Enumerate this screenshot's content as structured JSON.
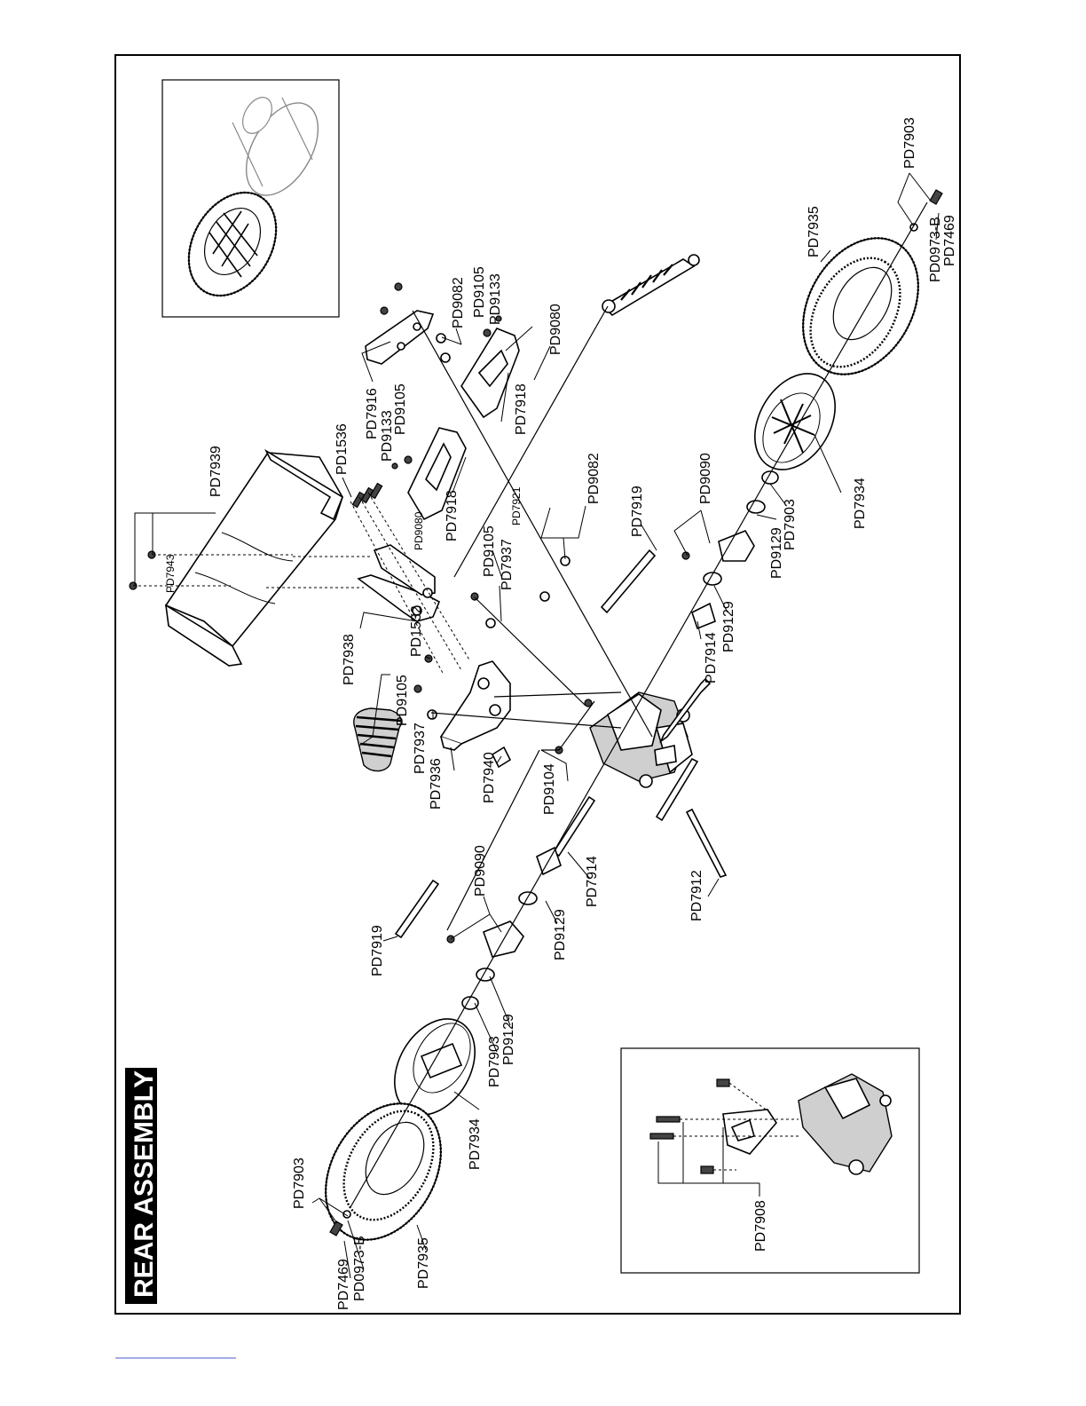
{
  "title": "REAR ASSEMBLY",
  "labels": {
    "l_7939": "PD7939",
    "l_1536": "PD1536",
    "l_7916": "PD7916",
    "l_9133a": "PD9133",
    "l_9105a": "PD9105",
    "l_9082a": "PD9082",
    "l_9105b": "PD9105",
    "l_9133b": "PD9133",
    "l_9080a": "PD9080",
    "l_7918a": "PD7918",
    "l_7918b": "PD7918",
    "l_9080b": "PD9080",
    "l_7921": "PD7921",
    "l_9082b": "PD9082",
    "l_7943": "PD7943",
    "l_9105c": "PD9105",
    "l_7937a": "PD7937",
    "l_7938": "PD7938",
    "l_1532": "PD1532",
    "l_9105d": "PD9105",
    "l_7937b": "PD7937",
    "l_7936": "PD7936",
    "l_7940": "PD7940",
    "l_9104": "PD9104",
    "l_7919a": "PD7919",
    "l_9090a": "PD9090",
    "l_9129a": "PD9129",
    "l_7903a": "PD7903",
    "l_7934a": "PD7934",
    "l_9129b": "PD9129",
    "l_7914a": "PD7914",
    "l_7935a": "PD7935",
    "l_7903b": "PD7903",
    "l_0973a": "PD0973-B",
    "l_7469a": "PD7469",
    "l_7912": "PD7912",
    "l_7914b": "PD7914",
    "l_9129c": "PD9129",
    "l_9090b": "PD9090",
    "l_7919b": "PD7919",
    "l_9129d": "PD9129",
    "l_7903c": "PD7903",
    "l_7934b": "PD7934",
    "l_7903d": "PD7903",
    "l_7469b": "PD7469",
    "l_0973b": "PD0973-B",
    "l_7935b": "PD7935",
    "l_7908": "PD7908"
  }
}
